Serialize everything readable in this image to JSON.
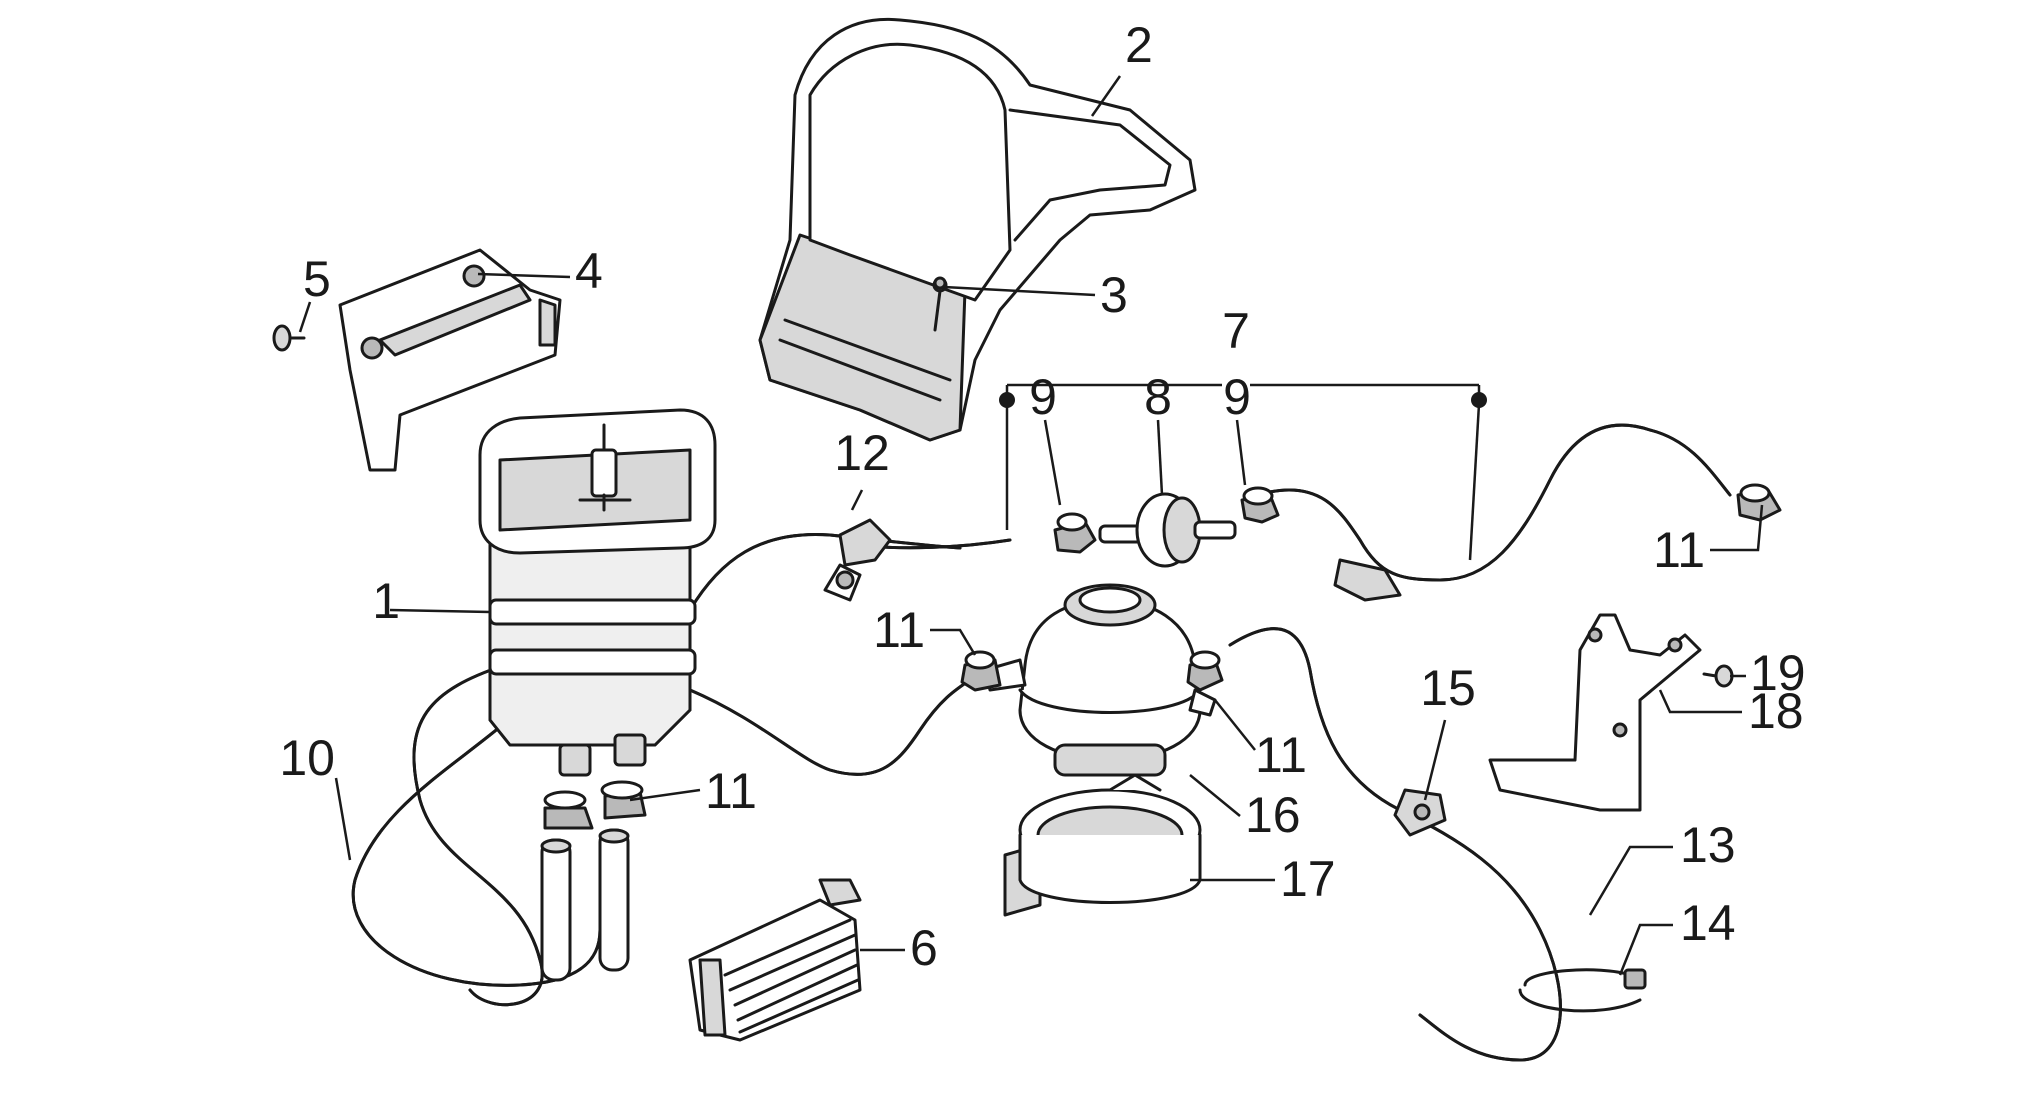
{
  "diagram": {
    "callouts": {
      "p1": "1",
      "p2": "2",
      "p3": "3",
      "p4": "4",
      "p5": "5",
      "p6": "6",
      "p7": "7",
      "p8": "8",
      "p9a": "9",
      "p9b": "9",
      "p10": "10",
      "p11a": "11",
      "p11b": "11",
      "p11c": "11",
      "p11d": "11",
      "p12": "12",
      "p13": "13",
      "p14": "14",
      "p15": "15",
      "p16": "16",
      "p17": "17",
      "p18": "18",
      "p19": "19"
    }
  }
}
